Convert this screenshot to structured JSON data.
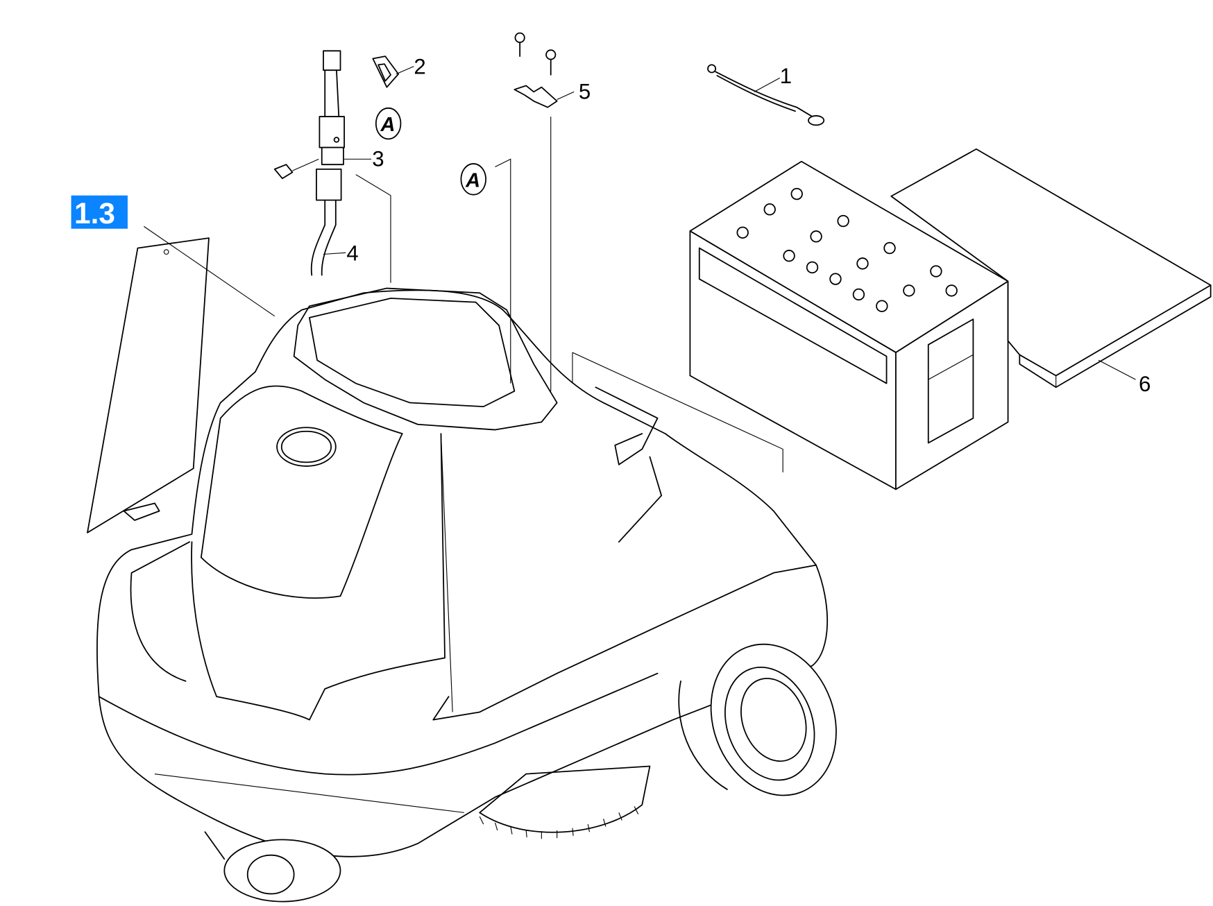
{
  "section_badge": {
    "label": "1.3",
    "color": "#0a84ff"
  },
  "callouts": {
    "p1": "1",
    "p2": "2",
    "p3": "3",
    "p4": "4",
    "p5": "5",
    "p6": "6"
  },
  "detail_markers": {
    "a1": "A",
    "a2": "A"
  }
}
